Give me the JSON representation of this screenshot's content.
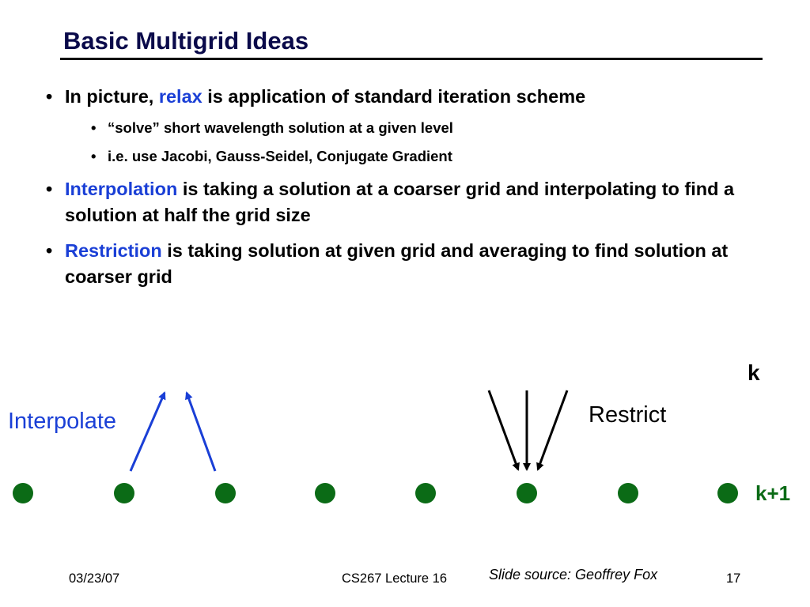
{
  "slide": {
    "title": "Basic Multigrid Ideas",
    "bullets": {
      "b1_pre": "In picture, ",
      "b1_hl": "relax",
      "b1_post": " is application of standard iteration scheme",
      "b1_sub1": "“solve” short wavelength solution at a given level",
      "b1_sub2": "i.e. use Jacobi, Gauss-Seidel, Conjugate Gradient",
      "b2_hl": "Interpolation",
      "b2_post": " is taking a solution at a coarser grid and interpolating to find a solution at half the grid size",
      "b3_hl": "Restriction",
      "b3_post": " is taking solution at given grid and averaging to find solution at coarser grid"
    }
  },
  "diagram": {
    "interpolate_label": "Interpolate",
    "restrict_label": "Restrict",
    "level_k_label": "k",
    "level_k1_label": "k+1",
    "colors": {
      "interpolate": "#1a3fd6",
      "restrict": "#000000",
      "nodes": "#0b6b16"
    },
    "node_count": 8
  },
  "footer": {
    "date": "03/23/07",
    "course": "CS267 Lecture 16",
    "source": "Slide source: Geoffrey Fox",
    "page": "17"
  }
}
